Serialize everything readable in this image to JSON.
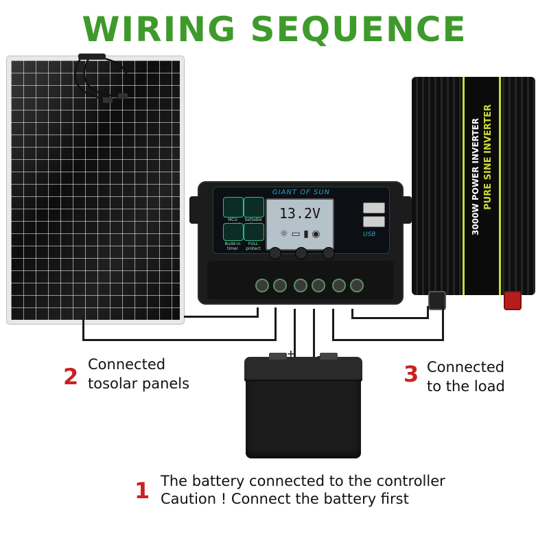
{
  "title": "WIRING SEQUENCE",
  "controller": {
    "brand": "GIANT OF SUN",
    "display_value": "13.2V",
    "usb_label": "USB",
    "tiles": [
      "MCU control",
      "Settable voltage",
      "Build-in timer",
      "FULL protect"
    ]
  },
  "inverter": {
    "line1": "3000W POWER INVERTER",
    "line2": "PURE SINE INVERTER"
  },
  "battery": {
    "plus": "+",
    "minus": "-"
  },
  "steps": [
    {
      "number": "1",
      "lines": [
        "The battery connected to the controller",
        "Caution ! Connect the battery first"
      ]
    },
    {
      "number": "2",
      "lines": [
        "Connected",
        "tosolar panels"
      ]
    },
    {
      "number": "3",
      "lines": [
        "Connected",
        "to the load"
      ]
    }
  ],
  "colors": {
    "title": "#3f9a2c",
    "step_number": "#cc2020",
    "inverter_accent": "#cddc39"
  }
}
